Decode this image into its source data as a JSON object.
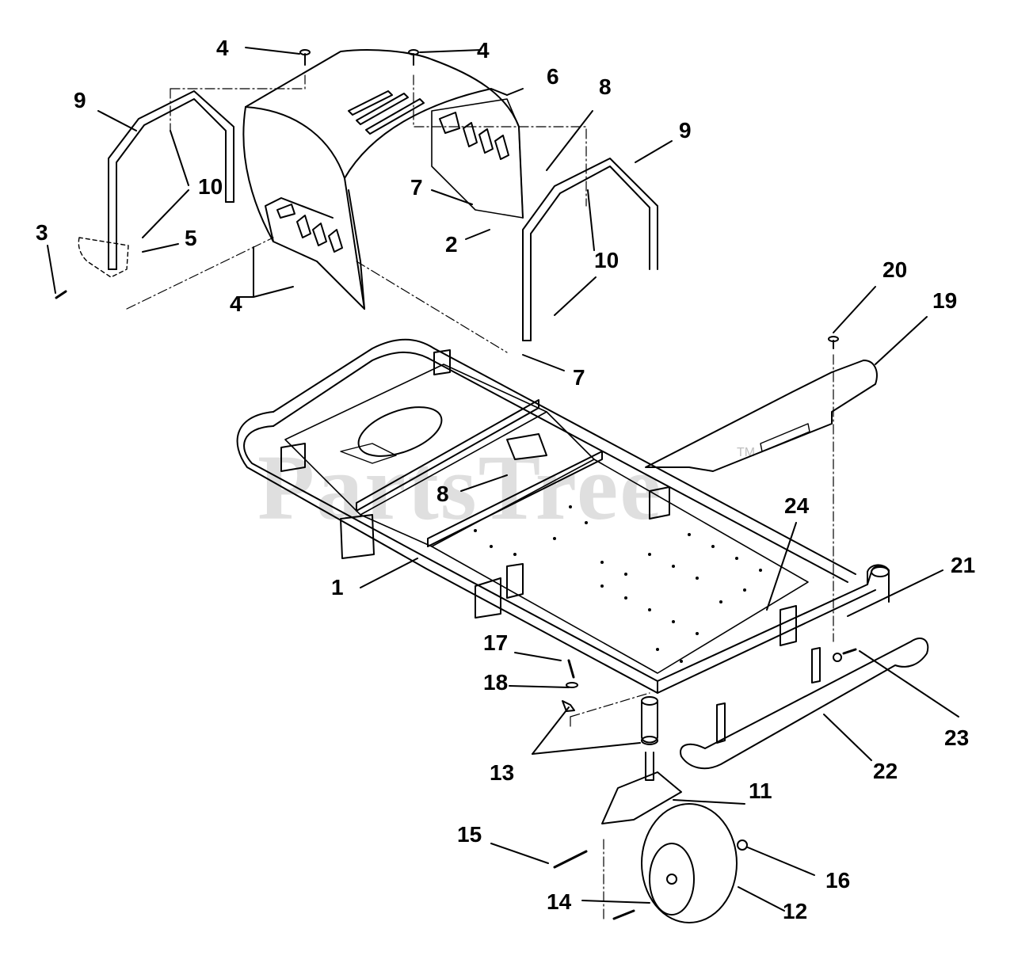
{
  "watermark": {
    "text": "PartsTree",
    "trademark": "TM"
  },
  "callouts": [
    "1",
    "2",
    "3",
    "4",
    "5",
    "6",
    "7",
    "8",
    "9",
    "10",
    "11",
    "12",
    "13",
    "14",
    "15",
    "16",
    "17",
    "18",
    "19",
    "20",
    "21",
    "22",
    "23",
    "24"
  ],
  "labels": [
    {
      "text": "1"
    },
    {
      "text": "2"
    },
    {
      "text": "3"
    },
    {
      "text": "4"
    },
    {
      "text": "4"
    },
    {
      "text": "4"
    },
    {
      "text": "5"
    },
    {
      "text": "6"
    },
    {
      "text": "7"
    },
    {
      "text": "7"
    },
    {
      "text": "8"
    },
    {
      "text": "8"
    },
    {
      "text": "9"
    },
    {
      "text": "9"
    },
    {
      "text": "10"
    },
    {
      "text": "10"
    },
    {
      "text": "11"
    },
    {
      "text": "12"
    },
    {
      "text": "13"
    },
    {
      "text": "14"
    },
    {
      "text": "15"
    },
    {
      "text": "16"
    },
    {
      "text": "17"
    },
    {
      "text": "18"
    },
    {
      "text": "19"
    },
    {
      "text": "20"
    },
    {
      "text": "21"
    },
    {
      "text": "22"
    },
    {
      "text": "23"
    },
    {
      "text": "24"
    }
  ]
}
